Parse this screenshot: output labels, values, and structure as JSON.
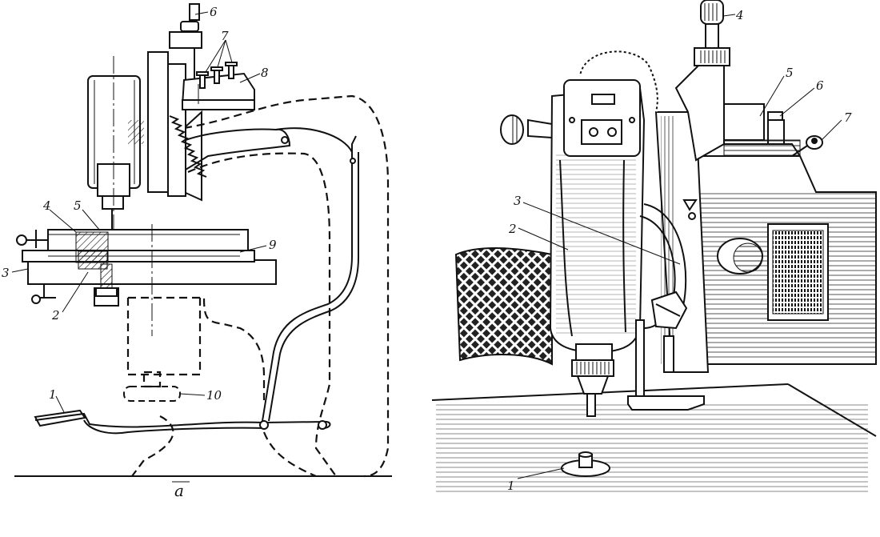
{
  "figure": {
    "left_caption": "a",
    "left_labels": {
      "l1": "1",
      "l2": "2",
      "l3": "3",
      "l4": "4",
      "l5": "5",
      "l6": "6",
      "l7": "7",
      "l8": "8",
      "l9": "9",
      "l10": "10"
    },
    "right_labels": {
      "r1": "1",
      "r2": "2",
      "r3": "3",
      "r4": "4",
      "r5": "5",
      "r6": "6",
      "r7": "7"
    }
  }
}
